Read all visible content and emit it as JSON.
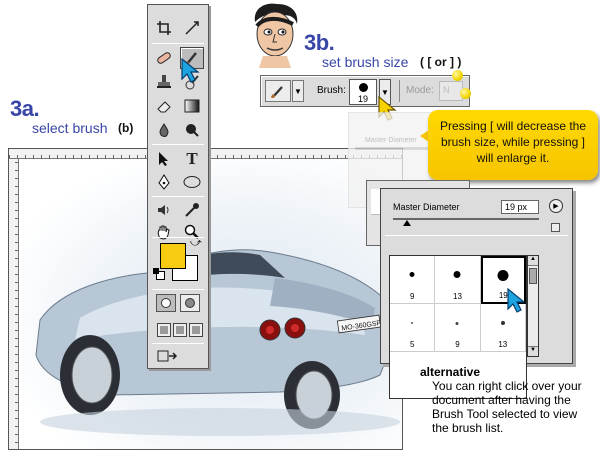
{
  "step_3a": {
    "number": "3a.",
    "text": "select brush",
    "key": "(b)"
  },
  "step_3b": {
    "number": "3b.",
    "text": "set brush size",
    "key": "( [ or ] )"
  },
  "callout": {
    "text": "Pressing [ will decrease the brush size, while pressing ] will enlarge it."
  },
  "options_bar": {
    "brush_label": "Brush:",
    "brush_size": "19",
    "mode_label": "Mode:",
    "mode_value": "N"
  },
  "toolbox": {
    "type_tool_glyph": "T",
    "foreground_color": "#f7cb12",
    "background_color": "#ffffff"
  },
  "brush_picker": {
    "master_diameter_label": "Master Diameter",
    "diameter_value": "19 px",
    "brushes": [
      {
        "size": "9",
        "dot": 5
      },
      {
        "size": "13",
        "dot": 7
      },
      {
        "size": "19",
        "dot": 11,
        "selected": true
      },
      {
        "size": "5",
        "dot": 2
      },
      {
        "size": "9",
        "dot": 3
      },
      {
        "size": "13",
        "dot": 4
      }
    ]
  },
  "ghost_panel": {
    "label": "Master Diameter"
  },
  "car": {
    "plate": "MO-360GSP"
  },
  "alternative": {
    "title": "alternative",
    "body": "You can right click over your document after having the Brush Tool selected to view the brush list."
  }
}
